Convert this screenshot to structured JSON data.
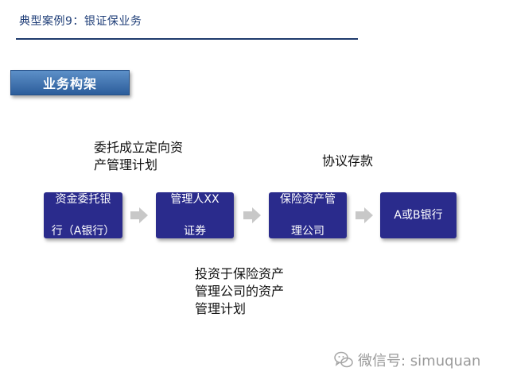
{
  "header": {
    "title": "典型案例9：银证保业务"
  },
  "section": {
    "label": "业务构架"
  },
  "flow": {
    "nodes": [
      {
        "lines": [
          "资金委托银",
          "行（A银行）"
        ]
      },
      {
        "lines": [
          "管理人XX",
          "证券"
        ]
      },
      {
        "lines": [
          "保险资产管",
          "理公司"
        ]
      },
      {
        "lines": [
          "A或B银行"
        ]
      }
    ],
    "arrow_icon": "right-arrow-icon"
  },
  "notes": {
    "entrust": [
      "委托成立定向资",
      "产管理计划"
    ],
    "deposit": [
      "协议存款"
    ],
    "invest": [
      "投资于保险资产",
      "管理公司的资产",
      "管理计划"
    ]
  },
  "watermark": {
    "icon": "wechat-icon",
    "text": "微信号: simuquan"
  },
  "colors": {
    "node_fill": "#2a2b8c",
    "arrow": "#c8c8c8",
    "badge": "#3f74b4",
    "title": "#1f3e78"
  }
}
